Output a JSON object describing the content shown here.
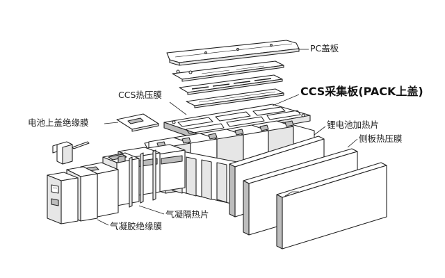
{
  "labels": {
    "pc_cover": "PC盖板",
    "ccs_hot_press": "CCS热压膜",
    "ccs_collection_plate": "CCS采集板(PACK上盖)",
    "cell_top_cover_insulation": "电池上盖绝缘膜",
    "lithium_battery_heating_sheet": "锂电池加热片",
    "side_plate_hot_press": "侧板热压膜",
    "aerogel_insulation_heat_sheet": "气凝隔热片",
    "aerogel_glue_insulation_film": "气凝胶绝缘膜"
  },
  "colors": {
    "line": "#222222",
    "fill": "#ffffff",
    "shade": "#e6e6e6",
    "dark_shade": "#bdbdbd"
  }
}
